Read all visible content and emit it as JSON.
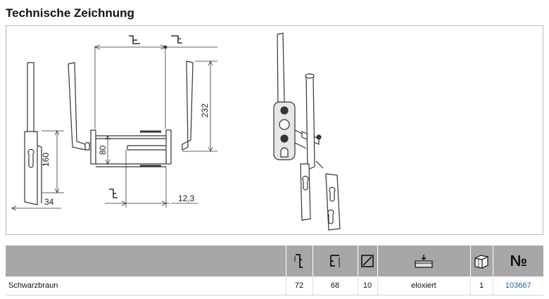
{
  "page": {
    "title": "Technische Zeichnung"
  },
  "drawing": {
    "dimensions": {
      "height_160": "160",
      "depth_34": "34",
      "spacing_80": "80",
      "total_232": "232",
      "offset_12_3": "12,3"
    }
  },
  "table": {
    "header_icons": [
      "handle-length-icon",
      "handle-profile-icon",
      "square-spindle-icon",
      "surface-finish-icon",
      "packaging-unit-icon",
      "article-number-icon"
    ],
    "number_sign": "№",
    "row": {
      "color": "Schwarzbraun",
      "col_a": "72",
      "col_b": "68",
      "spindle": "10",
      "surface": "eloxiert",
      "pack": "1",
      "article": "103667"
    }
  }
}
